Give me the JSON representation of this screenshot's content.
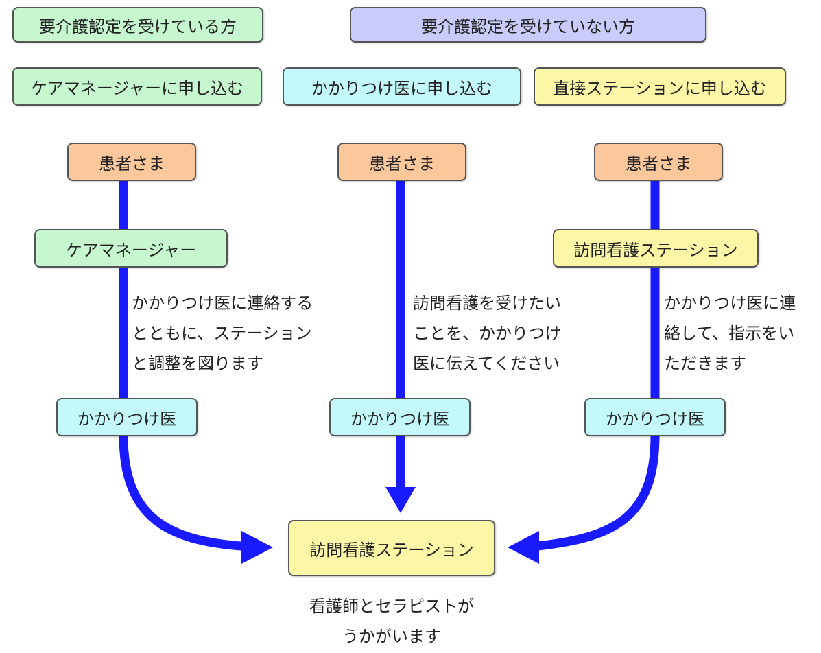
{
  "colors": {
    "green": "#c6f7cf",
    "purple": "#c9cbfb",
    "cyan": "#c3f9fb",
    "yellow": "#fbf7a6",
    "orange": "#fdc79c",
    "arrow": "#1a1aff",
    "border": "#555555"
  },
  "legend": {
    "certified": "要介護認定を受けている方",
    "not_certified": "要介護認定を受けていない方",
    "via_care_manager": "ケアマネージャーに申し込む",
    "via_doctor": "かかりつけ医に申し込む",
    "direct_station": "直接ステーションに申し込む"
  },
  "flows": [
    {
      "patient": "患者さま",
      "intermediary": "ケアマネージャー",
      "note_lines": [
        "かかりつけ医に連絡する",
        "とともに、ステーション",
        "と調整を図ります"
      ],
      "doctor": "かかりつけ医"
    },
    {
      "patient": "患者さま",
      "note_lines": [
        "訪問看護を受けたい",
        "ことを、かかりつけ",
        "医に伝えてください"
      ],
      "doctor": "かかりつけ医"
    },
    {
      "patient": "患者さま",
      "intermediary": "訪問看護ステーション",
      "note_lines": [
        "かかりつけ医に連",
        "絡して、指示をい",
        "ただきます"
      ],
      "doctor": "かかりつけ医"
    }
  ],
  "destination": {
    "label": "訪問看護ステーション",
    "caption_lines": [
      "看護師とセラピストが",
      "うかがいます"
    ]
  }
}
